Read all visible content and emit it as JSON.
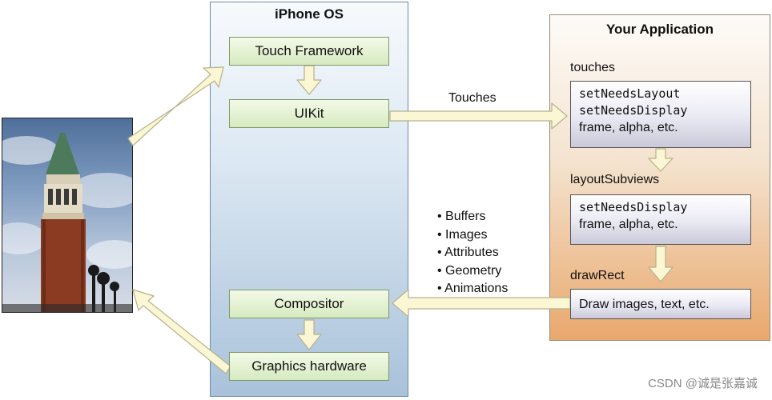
{
  "os_panel": {
    "title": "iPhone OS",
    "touch_framework": "Touch Framework",
    "uikit": "UIKit",
    "compositor": "Compositor",
    "graphics_hardware": "Graphics hardware"
  },
  "app_panel": {
    "title": "Your Application",
    "touches_label": "touches",
    "touches_box": [
      "setNeedsLayout",
      "setNeedsDisplay",
      "frame, alpha, etc."
    ],
    "layout_label": "layoutSubviews",
    "layout_box": [
      "setNeedsDisplay",
      "frame, alpha, etc."
    ],
    "draw_label": "drawRect",
    "draw_box": "Draw images, text, etc."
  },
  "middle": {
    "touches_label": "Touches",
    "bullets": [
      "Buffers",
      "Images",
      "Attributes",
      "Geometry",
      "Animations"
    ]
  },
  "watermark": "CSDN @诚是张嘉诚",
  "colors": {
    "arrow_fill": "#fbf7d4",
    "arrow_stroke": "#b7b08a",
    "green_box": "#d6eac0",
    "os_panel": "#a9c2da",
    "app_panel": "#e9a86d"
  }
}
